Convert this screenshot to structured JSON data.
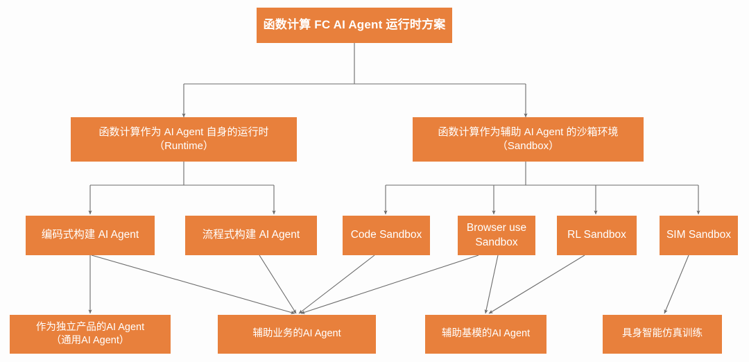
{
  "diagram": {
    "title": "函数计算 FC AI Agent 运行时方案",
    "colors": {
      "node_fill": "#e8803c",
      "node_text": "#ffffff",
      "edge": "#6b6b6b",
      "background": "#fdfdfd"
    },
    "levels": {
      "root": {
        "label": "函数计算 FC AI Agent 运行时方案"
      },
      "level2": [
        {
          "id": "runtime",
          "label": "函数计算作为 AI Agent 自身的运行时（Runtime）"
        },
        {
          "id": "sandbox",
          "label": "函数计算作为辅助 AI Agent 的沙箱环境（Sandbox）"
        }
      ],
      "level3": [
        {
          "id": "code-build",
          "label": "编码式构建 AI Agent"
        },
        {
          "id": "flow-build",
          "label": "流程式构建 AI Agent"
        },
        {
          "id": "code-sandbox",
          "label": "Code Sandbox"
        },
        {
          "id": "browser-use-sandbox",
          "label": "Browser use\nSandbox"
        },
        {
          "id": "rl-sandbox",
          "label": "RL Sandbox"
        },
        {
          "id": "sim-sandbox",
          "label": "SIM Sandbox"
        }
      ],
      "level4": [
        {
          "id": "standalone-product",
          "label": "作为独立产品的AI Agent\n（通用AI Agent）"
        },
        {
          "id": "business-assist",
          "label": "辅助业务的AI Agent"
        },
        {
          "id": "base-model-assist",
          "label": "辅助基模的AI Agent"
        },
        {
          "id": "embodied-sim",
          "label": "具身智能仿真训练"
        }
      ]
    }
  }
}
